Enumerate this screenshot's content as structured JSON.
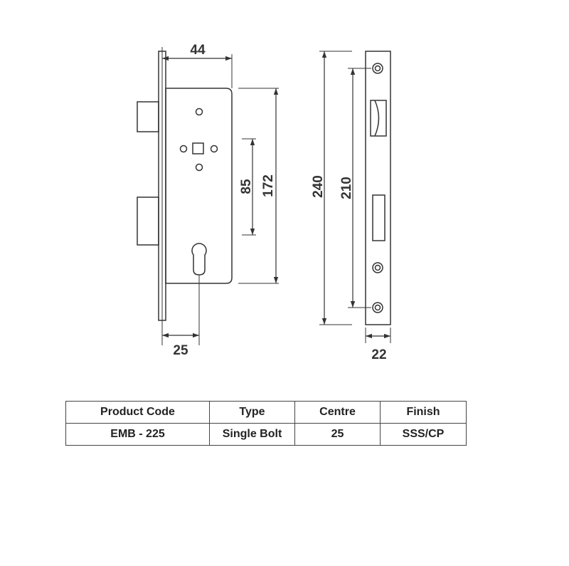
{
  "dimensions": {
    "body_width": "44",
    "backset": "25",
    "centre_distance": "85",
    "case_height": "172",
    "faceplate_height": "240",
    "fixing_centres": "210",
    "faceplate_width": "22"
  },
  "spec_table": {
    "headers": [
      "Product Code",
      "Type",
      "Centre",
      "Finish"
    ],
    "rows": [
      [
        "EMB - 225",
        "Single Bolt",
        "25",
        "SSS/CP"
      ]
    ]
  },
  "colors": {
    "line": "#333333",
    "background": "#ffffff"
  }
}
